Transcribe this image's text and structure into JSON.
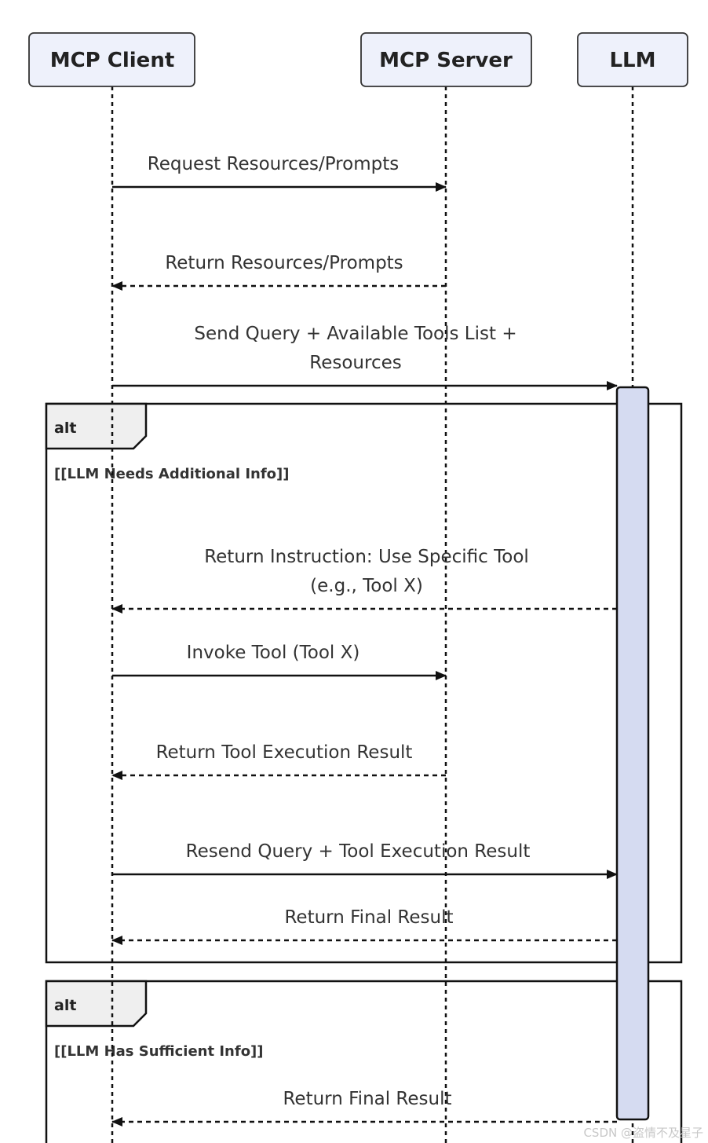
{
  "participants": [
    {
      "id": "client",
      "label": "MCP Client"
    },
    {
      "id": "server",
      "label": "MCP Server"
    },
    {
      "id": "llm",
      "label": "LLM"
    }
  ],
  "messages": [
    {
      "from": "client",
      "to": "server",
      "style": "solid",
      "lines": [
        "Request Resources/Prompts"
      ]
    },
    {
      "from": "server",
      "to": "client",
      "style": "dashed",
      "lines": [
        "Return Resources/Prompts"
      ]
    },
    {
      "from": "client",
      "to": "llm",
      "style": "solid",
      "lines": [
        "Send Query + Available Tools List +",
        "Resources"
      ]
    },
    {
      "from": "llm",
      "to": "client",
      "style": "dashed",
      "lines": [
        "Return Instruction: Use Specific Tool",
        "(e.g., Tool X)"
      ]
    },
    {
      "from": "client",
      "to": "server",
      "style": "solid",
      "lines": [
        "Invoke Tool (Tool X)"
      ]
    },
    {
      "from": "server",
      "to": "client",
      "style": "dashed",
      "lines": [
        "Return Tool Execution Result"
      ]
    },
    {
      "from": "client",
      "to": "llm",
      "style": "solid",
      "lines": [
        "Resend Query + Tool Execution Result"
      ]
    },
    {
      "from": "llm",
      "to": "client",
      "style": "dashed",
      "lines": [
        "Return Final Result"
      ]
    },
    {
      "from": "llm",
      "to": "client",
      "style": "dashed",
      "lines": [
        "Return Final Result"
      ]
    }
  ],
  "frames": [
    {
      "tag": "alt",
      "condition": "[[LLM Needs Additional Info]]"
    },
    {
      "tag": "alt",
      "condition": "[[LLM Has Sufficient Info]]"
    }
  ],
  "watermark": "CSDN @盗情不及星子",
  "colors": {
    "participant_fill": "#eef1fb",
    "participant_stroke": "#333333",
    "activation_fill": "#d5dbf1",
    "line": "#111111",
    "frame_fill": "#ffffff",
    "tag_fill": "#efefef"
  }
}
